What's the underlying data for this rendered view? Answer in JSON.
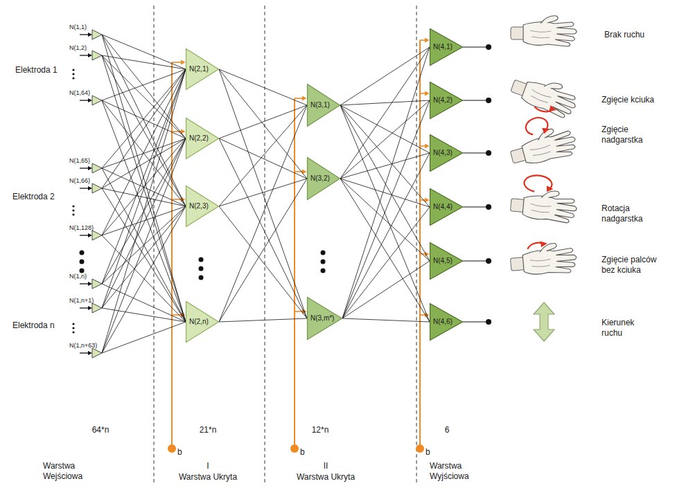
{
  "diagram": {
    "nodes": [
      {
        "text": [
          "N(1,1)"
        ]
      },
      {
        "text": [
          "N(1,2)"
        ]
      },
      {
        "text": [
          "N(1,64)"
        ]
      },
      {
        "text": [
          "N(1,65)"
        ]
      },
      {
        "text": [
          "N(1,66)"
        ]
      },
      {
        "text": [
          "N(1,128)"
        ]
      },
      {
        "text": [
          "N(1,n)"
        ]
      },
      {
        "text": [
          "N(1,n+1)"
        ]
      },
      {
        "text": [
          "N(1,n+63)"
        ]
      },
      {
        "text": [
          "N(2,1)"
        ]
      },
      {
        "text": [
          "N(2,2)"
        ]
      },
      {
        "text": [
          "N(2,3)"
        ]
      },
      {
        "text": [
          "N(2,n)"
        ]
      },
      {
        "text": [
          "N(3,1)"
        ]
      },
      {
        "text": [
          "N(3,2)"
        ]
      },
      {
        "text": [
          "N(3,m*)"
        ]
      },
      {
        "text": [
          "N(4,1)"
        ]
      },
      {
        "text": [
          "N(4,2)"
        ]
      },
      {
        "text": [
          "N(4,3)"
        ]
      },
      {
        "text": [
          "N(4,4)"
        ]
      },
      {
        "text": [
          "N(4,5)"
        ]
      },
      {
        "text": [
          "N(4,6)"
        ]
      }
    ],
    "edges": [
      {
        "from": 0,
        "to": 9,
        "arrow": "none"
      },
      {
        "from": 0,
        "to": 10,
        "arrow": "none"
      },
      {
        "from": 0,
        "to": 11,
        "arrow": "none"
      },
      {
        "from": 0,
        "to": 12,
        "arrow": "none"
      },
      {
        "from": 1,
        "to": 9,
        "arrow": "none"
      },
      {
        "from": 1,
        "to": 10,
        "arrow": "none"
      },
      {
        "from": 1,
        "to": 11,
        "arrow": "none"
      },
      {
        "from": 1,
        "to": 12,
        "arrow": "none"
      },
      {
        "from": 2,
        "to": 9,
        "arrow": "none"
      },
      {
        "from": 2,
        "to": 10,
        "arrow": "none"
      },
      {
        "from": 2,
        "to": 11,
        "arrow": "none"
      },
      {
        "from": 2,
        "to": 12,
        "arrow": "none"
      },
      {
        "from": 3,
        "to": 9,
        "arrow": "none"
      },
      {
        "from": 3,
        "to": 10,
        "arrow": "none"
      },
      {
        "from": 3,
        "to": 11,
        "arrow": "none"
      },
      {
        "from": 3,
        "to": 12,
        "arrow": "none"
      },
      {
        "from": 4,
        "to": 9,
        "arrow": "none"
      },
      {
        "from": 4,
        "to": 10,
        "arrow": "none"
      },
      {
        "from": 4,
        "to": 11,
        "arrow": "none"
      },
      {
        "from": 4,
        "to": 12,
        "arrow": "none"
      },
      {
        "from": 5,
        "to": 9,
        "arrow": "none"
      },
      {
        "from": 5,
        "to": 10,
        "arrow": "none"
      },
      {
        "from": 5,
        "to": 11,
        "arrow": "none"
      },
      {
        "from": 5,
        "to": 12,
        "arrow": "none"
      },
      {
        "from": 6,
        "to": 9,
        "arrow": "none"
      },
      {
        "from": 6,
        "to": 10,
        "arrow": "none"
      },
      {
        "from": 6,
        "to": 11,
        "arrow": "none"
      },
      {
        "from": 6,
        "to": 12,
        "arrow": "none"
      },
      {
        "from": 7,
        "to": 9,
        "arrow": "none"
      },
      {
        "from": 7,
        "to": 10,
        "arrow": "none"
      },
      {
        "from": 7,
        "to": 11,
        "arrow": "none"
      },
      {
        "from": 7,
        "to": 12,
        "arrow": "none"
      },
      {
        "from": 8,
        "to": 9,
        "arrow": "none"
      },
      {
        "from": 8,
        "to": 10,
        "arrow": "none"
      },
      {
        "from": 8,
        "to": 11,
        "arrow": "none"
      },
      {
        "from": 8,
        "to": 12,
        "arrow": "none"
      },
      {
        "from": 9,
        "to": 13,
        "arrow": "none"
      },
      {
        "from": 9,
        "to": 14,
        "arrow": "none"
      },
      {
        "from": 9,
        "to": 15,
        "arrow": "none"
      },
      {
        "from": 10,
        "to": 13,
        "arrow": "none"
      },
      {
        "from": 10,
        "to": 14,
        "arrow": "none"
      },
      {
        "from": 10,
        "to": 15,
        "arrow": "none"
      },
      {
        "from": 11,
        "to": 13,
        "arrow": "none"
      },
      {
        "from": 11,
        "to": 14,
        "arrow": "none"
      },
      {
        "from": 11,
        "to": 15,
        "arrow": "none"
      },
      {
        "from": 12,
        "to": 13,
        "arrow": "none"
      },
      {
        "from": 12,
        "to": 14,
        "arrow": "none"
      },
      {
        "from": 12,
        "to": 15,
        "arrow": "none"
      },
      {
        "from": 13,
        "to": 16,
        "arrow": "none"
      },
      {
        "from": 13,
        "to": 17,
        "arrow": "none"
      },
      {
        "from": 13,
        "to": 18,
        "arrow": "none"
      },
      {
        "from": 13,
        "to": 19,
        "arrow": "none"
      },
      {
        "from": 13,
        "to": 20,
        "arrow": "none"
      },
      {
        "from": 13,
        "to": 21,
        "arrow": "none"
      },
      {
        "from": 14,
        "to": 16,
        "arrow": "none"
      },
      {
        "from": 14,
        "to": 17,
        "arrow": "none"
      },
      {
        "from": 14,
        "to": 18,
        "arrow": "none"
      },
      {
        "from": 14,
        "to": 19,
        "arrow": "none"
      },
      {
        "from": 14,
        "to": 20,
        "arrow": "none"
      },
      {
        "from": 14,
        "to": 21,
        "arrow": "none"
      },
      {
        "from": 15,
        "to": 16,
        "arrow": "none"
      },
      {
        "from": 15,
        "to": 17,
        "arrow": "none"
      },
      {
        "from": 15,
        "to": 18,
        "arrow": "none"
      },
      {
        "from": 15,
        "to": 19,
        "arrow": "none"
      },
      {
        "from": 15,
        "to": 20,
        "arrow": "none"
      },
      {
        "from": 15,
        "to": 21,
        "arrow": "none"
      }
    ],
    "labels": [
      "Elektroda 1",
      "Elektroda 2",
      "Elektroda n",
      "b",
      "b",
      "b",
      "64*n",
      "21*n",
      "12*n",
      "6",
      "Warstwa Wejściowa",
      "I",
      "Warstwa Ukryta",
      "II",
      "Warstwa Ukryta",
      "Warstwa Wyjściowa",
      "Brak ruchu",
      "Zgięcie kciuka",
      "Zgięcie nadgarstka",
      "Rotacja nadgarstka",
      "Zgięcie palców bez kciuka",
      "Kierunek ruchu"
    ]
  }
}
